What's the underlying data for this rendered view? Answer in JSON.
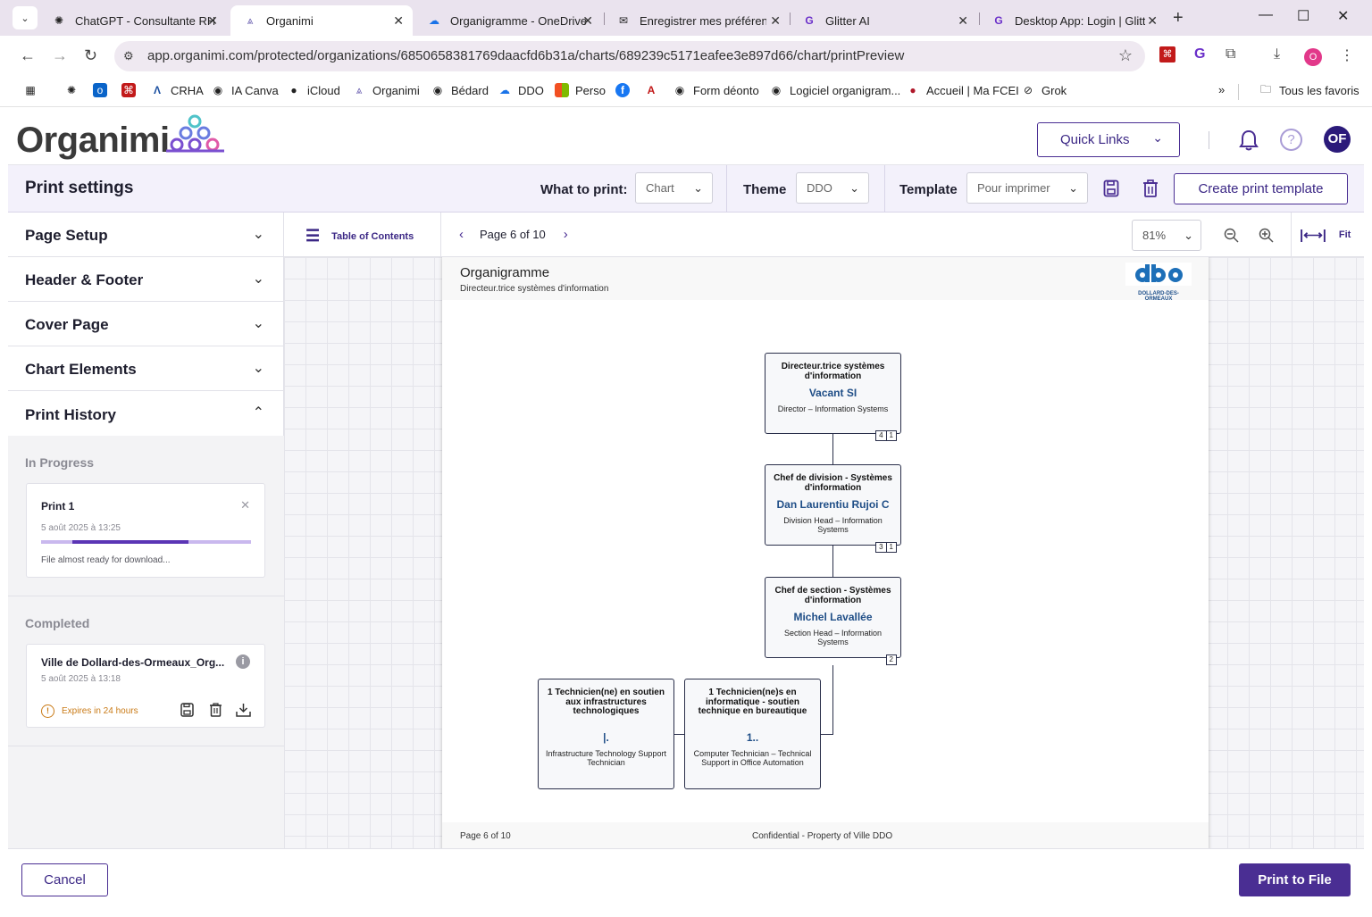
{
  "browser": {
    "tabs": [
      {
        "title": "ChatGPT - Consultante RH",
        "icon": "chatgpt-icon"
      },
      {
        "title": "Organimi",
        "icon": "organimi-icon",
        "active": true
      },
      {
        "title": "Organigramme - OneDrive",
        "icon": "onedrive-icon"
      },
      {
        "title": "Enregistrer mes préférences",
        "icon": "mail-icon"
      },
      {
        "title": "Glitter AI",
        "icon": "glitter-icon"
      },
      {
        "title": "Desktop App: Login | Glitter",
        "icon": "glitter-icon"
      }
    ],
    "url": "app.organimi.com/protected/organizations/6850658381769daacfd6b31a/charts/689239c5171eafee3e897d66/chart/printPreview",
    "profile_initial": "O",
    "bookmarks": [
      {
        "label": "",
        "icon": "apps-grid-icon"
      },
      {
        "label": "",
        "icon": "chatgpt-icon"
      },
      {
        "label": "",
        "icon": "outlook-icon"
      },
      {
        "label": "",
        "icon": "acrobat-icon"
      },
      {
        "label": "CRHA",
        "icon": "crha-icon"
      },
      {
        "label": "IA Canva",
        "icon": "globe-icon"
      },
      {
        "label": "iCloud",
        "icon": "apple-icon"
      },
      {
        "label": "Organimi",
        "icon": "organimi-icon"
      },
      {
        "label": "Bédard",
        "icon": "globe-icon"
      },
      {
        "label": "DDO",
        "icon": "onedrive-icon"
      },
      {
        "label": "Perso",
        "icon": "microsoft-icon"
      },
      {
        "label": "",
        "icon": "facebook-icon"
      },
      {
        "label": "",
        "icon": "adobe-icon"
      },
      {
        "label": "Form déonto",
        "icon": "globe-icon"
      },
      {
        "label": "Logiciel organigram...",
        "icon": "globe-icon"
      },
      {
        "label": "Accueil | Ma FCEI",
        "icon": "fcei-icon"
      },
      {
        "label": "Grok",
        "icon": "grok-icon"
      }
    ],
    "all_bookmarks": "Tous les favoris",
    "more": "»"
  },
  "app": {
    "logo": "Organimi",
    "quick_links": "Quick Links",
    "avatar": "OF"
  },
  "print_settings": {
    "title": "Print settings",
    "what_to_print_label": "What to print:",
    "what_to_print_value": "Chart",
    "theme_label": "Theme",
    "theme_value": "DDO",
    "template_label": "Template",
    "template_placeholder": "Pour imprimer",
    "create_template": "Create print template"
  },
  "sidebar": {
    "sections": [
      "Page Setup",
      "Header & Footer",
      "Cover Page",
      "Chart Elements",
      "Print History"
    ],
    "in_progress_label": "In Progress",
    "in_progress": {
      "title": "Print 1",
      "date": "5 août 2025 à 13:25",
      "progress_start": 0.15,
      "progress_end": 0.7,
      "status": "File almost ready for download..."
    },
    "completed_label": "Completed",
    "completed": {
      "title": "Ville de Dollard-des-Ormeaux_Org...",
      "date": "5 août 2025 à 13:18",
      "expires": "Expires in 24 hours"
    }
  },
  "viewer": {
    "toc": "Table of Contents",
    "page_indicator": "Page 6 of 10",
    "zoom": "81%",
    "fit": "Fit"
  },
  "page": {
    "header_title": "Organigramme",
    "header_subtitle": "Directeur.trice systèmes d'information",
    "logo_caption": "DOLLARD-DES-ORMEAUX",
    "footer_left": "Page 6 of 10",
    "footer_center": "Confidential - Property of Ville DDO",
    "nodes": [
      {
        "title": "Directeur.trice systèmes d'information",
        "name": "Vacant SI",
        "title_en": "Director – Information Systems",
        "badges": [
          "4",
          "1"
        ]
      },
      {
        "title": "Chef de division - Systèmes d'information",
        "name": "Dan Laurentiu Rujoi C",
        "title_en": "Division Head – Information Systems",
        "badges": [
          "3",
          "1"
        ]
      },
      {
        "title": "Chef de section - Systèmes d'information",
        "name": "Michel Lavallée",
        "title_en": "Section Head – Information Systems",
        "badges": [
          "2"
        ]
      },
      {
        "title": "1 Technicien(ne) en soutien aux infrastructures technologiques",
        "name": "|.",
        "title_en": "Infrastructure Technology Support Technician",
        "badges": []
      },
      {
        "title": "1 Technicien(ne)s en informatique - soutien technique en bureautique",
        "name": "1..",
        "title_en": "Computer Technician – Technical Support in Office Automation",
        "badges": []
      }
    ]
  },
  "footer": {
    "cancel": "Cancel",
    "print": "Print to File"
  }
}
